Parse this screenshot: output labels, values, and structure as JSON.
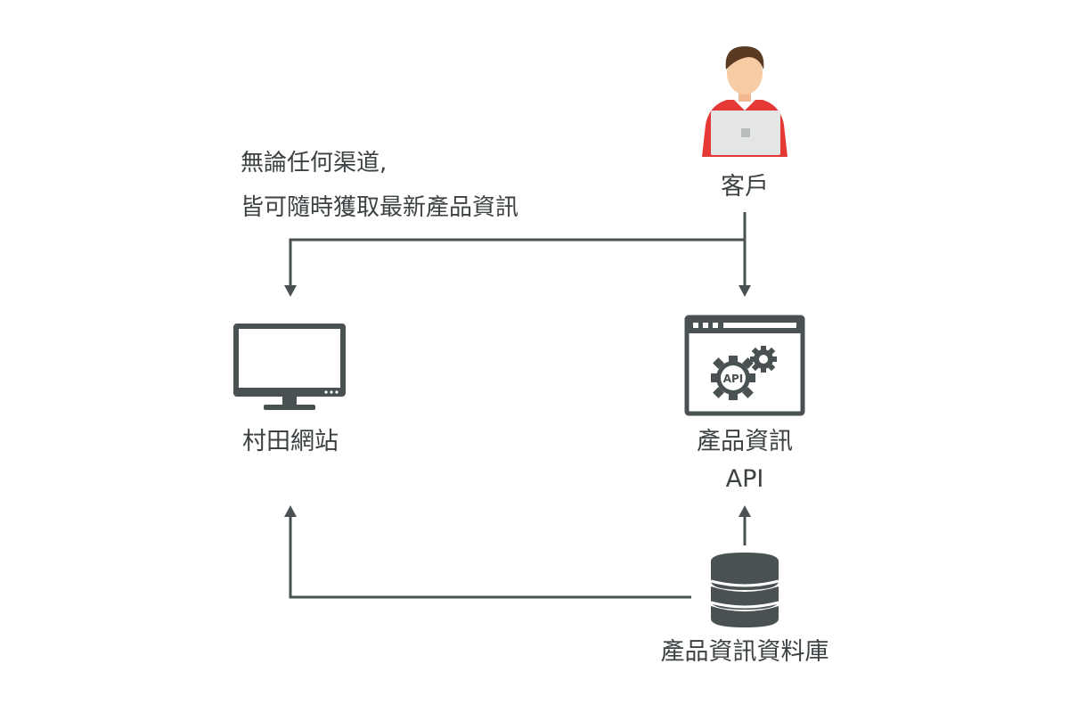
{
  "note": {
    "line1": "無論任何渠道,",
    "line2": "皆可隨時獲取最新產品資訊"
  },
  "nodes": {
    "customer": {
      "label": "客戶",
      "icon": "person-with-laptop-icon"
    },
    "website": {
      "label": "村田網站",
      "icon": "monitor-icon"
    },
    "api": {
      "label_line1": "產品資訊",
      "label_line2": "API",
      "icon": "api-gear-window-icon",
      "icon_text": "API"
    },
    "database": {
      "label": "產品資訊資料庫",
      "icon": "database-icon"
    }
  },
  "colors": {
    "line": "#4a5153",
    "text": "#3c4244",
    "shirt": "#e53935",
    "hair": "#5a3a22",
    "skin": "#f7cba3",
    "laptop": "#e4e6e6"
  }
}
